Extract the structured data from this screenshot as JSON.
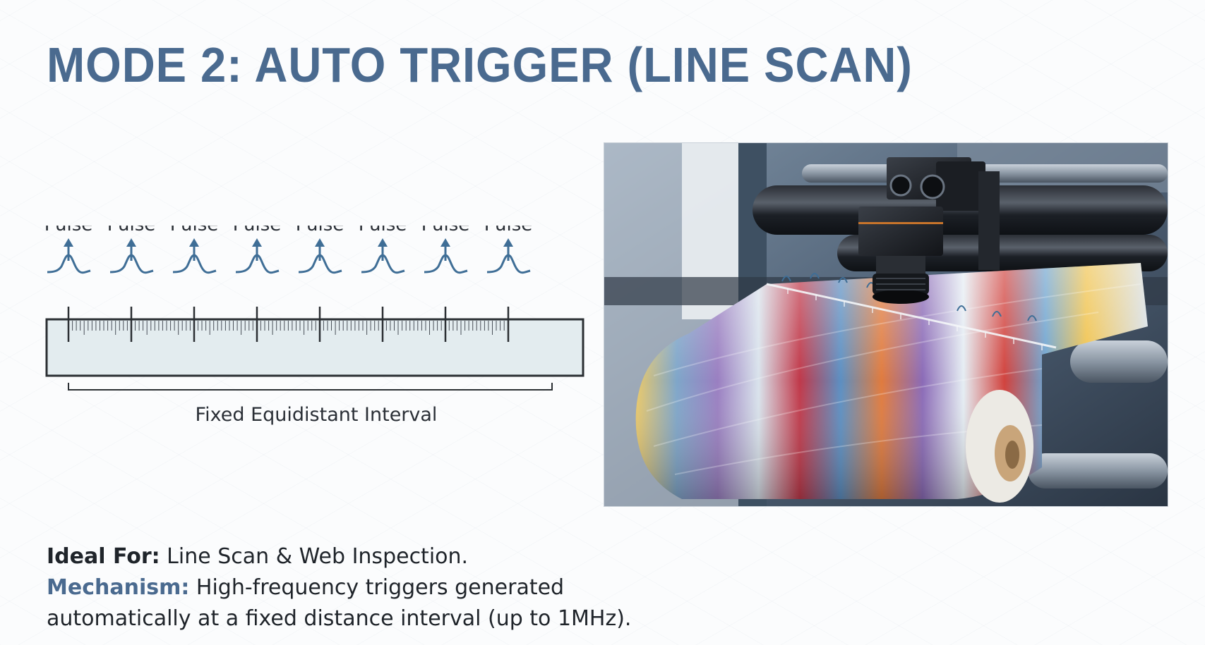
{
  "title": "MODE 2: AUTO TRIGGER (LINE SCAN)",
  "diagram": {
    "pulse_label": "Pulse",
    "pulse_count": 8,
    "interval_label": "Fixed Equidistant Interval",
    "colors": {
      "pulse": "#3f6e96",
      "ruler_fill": "#e3ecef",
      "ruler_stroke": "#2b2f33"
    }
  },
  "photo": {
    "description_icon": "line-scan-camera-over-web-press"
  },
  "info": {
    "ideal_label": "Ideal For:",
    "ideal_value": " Line Scan & Web Inspection.",
    "mechanism_label": "Mechanism:",
    "mechanism_value": " High-frequency triggers generated automatically at a fixed distance interval (up to 1MHz)."
  },
  "colors": {
    "accent": "#4a6a8f",
    "text": "#1f242a"
  }
}
